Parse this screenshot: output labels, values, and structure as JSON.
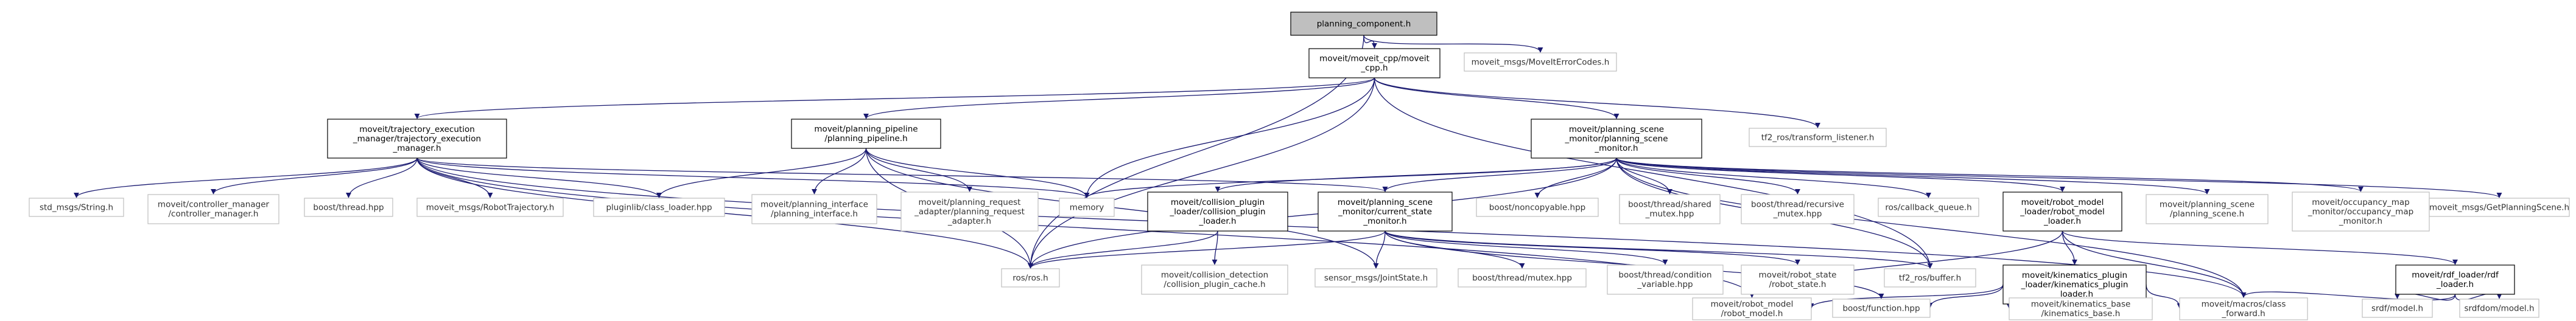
{
  "diagram": {
    "title": "planning_component.h include dependency graph",
    "nodes": [
      {
        "id": "root",
        "lines": [
          "planning_component.h"
        ],
        "kind": "root"
      },
      {
        "id": "moveit_cpp",
        "lines": [
          "moveit/moveit_cpp/moveit",
          "_cpp.h"
        ],
        "kind": "doc"
      },
      {
        "id": "errcodes",
        "lines": [
          "moveit_msgs/MoveItErrorCodes.h"
        ],
        "kind": "ext"
      },
      {
        "id": "tem",
        "lines": [
          "moveit/trajectory_execution",
          "_manager/trajectory_execution",
          "_manager.h"
        ],
        "kind": "doc"
      },
      {
        "id": "pp",
        "lines": [
          "moveit/planning_pipeline",
          "/planning_pipeline.h"
        ],
        "kind": "doc"
      },
      {
        "id": "psm",
        "lines": [
          "moveit/planning_scene",
          "_monitor/planning_scene",
          "_monitor.h"
        ],
        "kind": "doc"
      },
      {
        "id": "tf2_listener",
        "lines": [
          "tf2_ros/transform_listener.h"
        ],
        "kind": "ext"
      },
      {
        "id": "std_string",
        "lines": [
          "std_msgs/String.h"
        ],
        "kind": "ext"
      },
      {
        "id": "ctrl_mgr",
        "lines": [
          "moveit/controller_manager",
          "/controller_manager.h"
        ],
        "kind": "ext"
      },
      {
        "id": "boost_thread",
        "lines": [
          "boost/thread.hpp"
        ],
        "kind": "ext"
      },
      {
        "id": "robot_traj",
        "lines": [
          "moveit_msgs/RobotTrajectory.h"
        ],
        "kind": "ext"
      },
      {
        "id": "pluginlib",
        "lines": [
          "pluginlib/class_loader.hpp"
        ],
        "kind": "ext"
      },
      {
        "id": "pi",
        "lines": [
          "moveit/planning_interface",
          "/planning_interface.h"
        ],
        "kind": "ext"
      },
      {
        "id": "pra",
        "lines": [
          "moveit/planning_request",
          "_adapter/planning_request",
          "_adapter.h"
        ],
        "kind": "ext"
      },
      {
        "id": "memory",
        "lines": [
          "memory"
        ],
        "kind": "ext"
      },
      {
        "id": "cpl",
        "lines": [
          "moveit/collision_plugin",
          "_loader/collision_plugin",
          "_loader.h"
        ],
        "kind": "doc"
      },
      {
        "id": "csm",
        "lines": [
          "moveit/planning_scene",
          "_monitor/current_state",
          "_monitor.h"
        ],
        "kind": "doc"
      },
      {
        "id": "noncopyable",
        "lines": [
          "boost/noncopyable.hpp"
        ],
        "kind": "ext"
      },
      {
        "id": "shared_mutex",
        "lines": [
          "boost/thread/shared",
          "_mutex.hpp"
        ],
        "kind": "ext"
      },
      {
        "id": "recursive_mutex",
        "lines": [
          "boost/thread/recursive",
          "_mutex.hpp"
        ],
        "kind": "ext"
      },
      {
        "id": "cbqueue",
        "lines": [
          "ros/callback_queue.h"
        ],
        "kind": "ext"
      },
      {
        "id": "rml",
        "lines": [
          "moveit/robot_model",
          "_loader/robot_model",
          "_loader.h"
        ],
        "kind": "doc"
      },
      {
        "id": "ps",
        "lines": [
          "moveit/planning_scene",
          "/planning_scene.h"
        ],
        "kind": "ext"
      },
      {
        "id": "occ",
        "lines": [
          "moveit/occupancy_map",
          "_monitor/occupancy_map",
          "_monitor.h"
        ],
        "kind": "ext"
      },
      {
        "id": "gps",
        "lines": [
          "moveit_msgs/GetPlanningScene.h"
        ],
        "kind": "ext"
      },
      {
        "id": "ros",
        "lines": [
          "ros/ros.h"
        ],
        "kind": "ext"
      },
      {
        "id": "cpc",
        "lines": [
          "moveit/collision_detection",
          "/collision_plugin_cache.h"
        ],
        "kind": "ext"
      },
      {
        "id": "jointstate",
        "lines": [
          "sensor_msgs/JointState.h"
        ],
        "kind": "ext"
      },
      {
        "id": "boost_mutex",
        "lines": [
          "boost/thread/mutex.hpp"
        ],
        "kind": "ext"
      },
      {
        "id": "cond_var",
        "lines": [
          "boost/thread/condition",
          "_variable.hpp"
        ],
        "kind": "ext"
      },
      {
        "id": "robot_state",
        "lines": [
          "moveit/robot_state",
          "/robot_state.h"
        ],
        "kind": "ext"
      },
      {
        "id": "tf2_buffer",
        "lines": [
          "tf2_ros/buffer.h"
        ],
        "kind": "ext"
      },
      {
        "id": "kpl",
        "lines": [
          "moveit/kinematics_plugin",
          "_loader/kinematics_plugin",
          "_loader.h"
        ],
        "kind": "doc"
      },
      {
        "id": "srdf_loader",
        "lines": [
          "moveit/rdf_loader/rdf",
          "_loader.h"
        ],
        "kind": "doc"
      },
      {
        "id": "robot_model",
        "lines": [
          "moveit/robot_model",
          "/robot_model.h"
        ],
        "kind": "ext"
      },
      {
        "id": "boost_function",
        "lines": [
          "boost/function.hpp"
        ],
        "kind": "ext"
      },
      {
        "id": "kin_base",
        "lines": [
          "moveit/kinematics_base",
          "/kinematics_base.h"
        ],
        "kind": "ext"
      },
      {
        "id": "class_fwd",
        "lines": [
          "moveit/macros/class",
          "_forward.h"
        ],
        "kind": "ext"
      },
      {
        "id": "srdf_model",
        "lines": [
          "srdf/model.h"
        ],
        "kind": "ext"
      },
      {
        "id": "urdf_model",
        "lines": [
          "srdfdom/model.h"
        ],
        "kind": "ext"
      }
    ],
    "edges": [
      [
        "root",
        "moveit_cpp"
      ],
      [
        "root",
        "errcodes"
      ],
      [
        "root",
        "ros"
      ],
      [
        "moveit_cpp",
        "tem"
      ],
      [
        "moveit_cpp",
        "pp"
      ],
      [
        "moveit_cpp",
        "psm"
      ],
      [
        "moveit_cpp",
        "tf2_listener"
      ],
      [
        "moveit_cpp",
        "ros"
      ],
      [
        "moveit_cpp",
        "memory"
      ],
      [
        "moveit_cpp",
        "tf2_buffer"
      ],
      [
        "tem",
        "std_string"
      ],
      [
        "tem",
        "ctrl_mgr"
      ],
      [
        "tem",
        "boost_thread"
      ],
      [
        "tem",
        "robot_traj"
      ],
      [
        "tem",
        "pluginlib"
      ],
      [
        "tem",
        "memory"
      ],
      [
        "tem",
        "csm"
      ],
      [
        "tem",
        "ros"
      ],
      [
        "tem",
        "robot_model"
      ],
      [
        "tem",
        "class_fwd"
      ],
      [
        "pp",
        "pluginlib"
      ],
      [
        "pp",
        "pi"
      ],
      [
        "pp",
        "pra"
      ],
      [
        "pp",
        "memory"
      ],
      [
        "pp",
        "ros"
      ],
      [
        "pp",
        "jointstate"
      ],
      [
        "psm",
        "memory"
      ],
      [
        "psm",
        "cpl"
      ],
      [
        "psm",
        "csm"
      ],
      [
        "psm",
        "noncopyable"
      ],
      [
        "psm",
        "shared_mutex"
      ],
      [
        "psm",
        "recursive_mutex"
      ],
      [
        "psm",
        "cbqueue"
      ],
      [
        "psm",
        "rml"
      ],
      [
        "psm",
        "ps"
      ],
      [
        "psm",
        "occ"
      ],
      [
        "psm",
        "gps"
      ],
      [
        "psm",
        "ros"
      ],
      [
        "psm",
        "tf2_buffer"
      ],
      [
        "psm",
        "class_fwd"
      ],
      [
        "cpl",
        "ros"
      ],
      [
        "cpl",
        "cpc"
      ],
      [
        "csm",
        "ros"
      ],
      [
        "csm",
        "jointstate"
      ],
      [
        "csm",
        "boost_mutex"
      ],
      [
        "csm",
        "cond_var"
      ],
      [
        "csm",
        "robot_state"
      ],
      [
        "csm",
        "tf2_buffer"
      ],
      [
        "csm",
        "boost_function"
      ],
      [
        "rml",
        "robot_model"
      ],
      [
        "rml",
        "kpl"
      ],
      [
        "rml",
        "srdf_loader"
      ],
      [
        "rml",
        "class_fwd"
      ],
      [
        "kpl",
        "robot_model"
      ],
      [
        "kpl",
        "boost_function"
      ],
      [
        "kpl",
        "kin_base"
      ],
      [
        "kpl",
        "class_fwd"
      ],
      [
        "srdf_loader",
        "srdf_model"
      ],
      [
        "srdf_loader",
        "urdf_model"
      ],
      [
        "srdf_loader",
        "class_fwd"
      ]
    ]
  }
}
